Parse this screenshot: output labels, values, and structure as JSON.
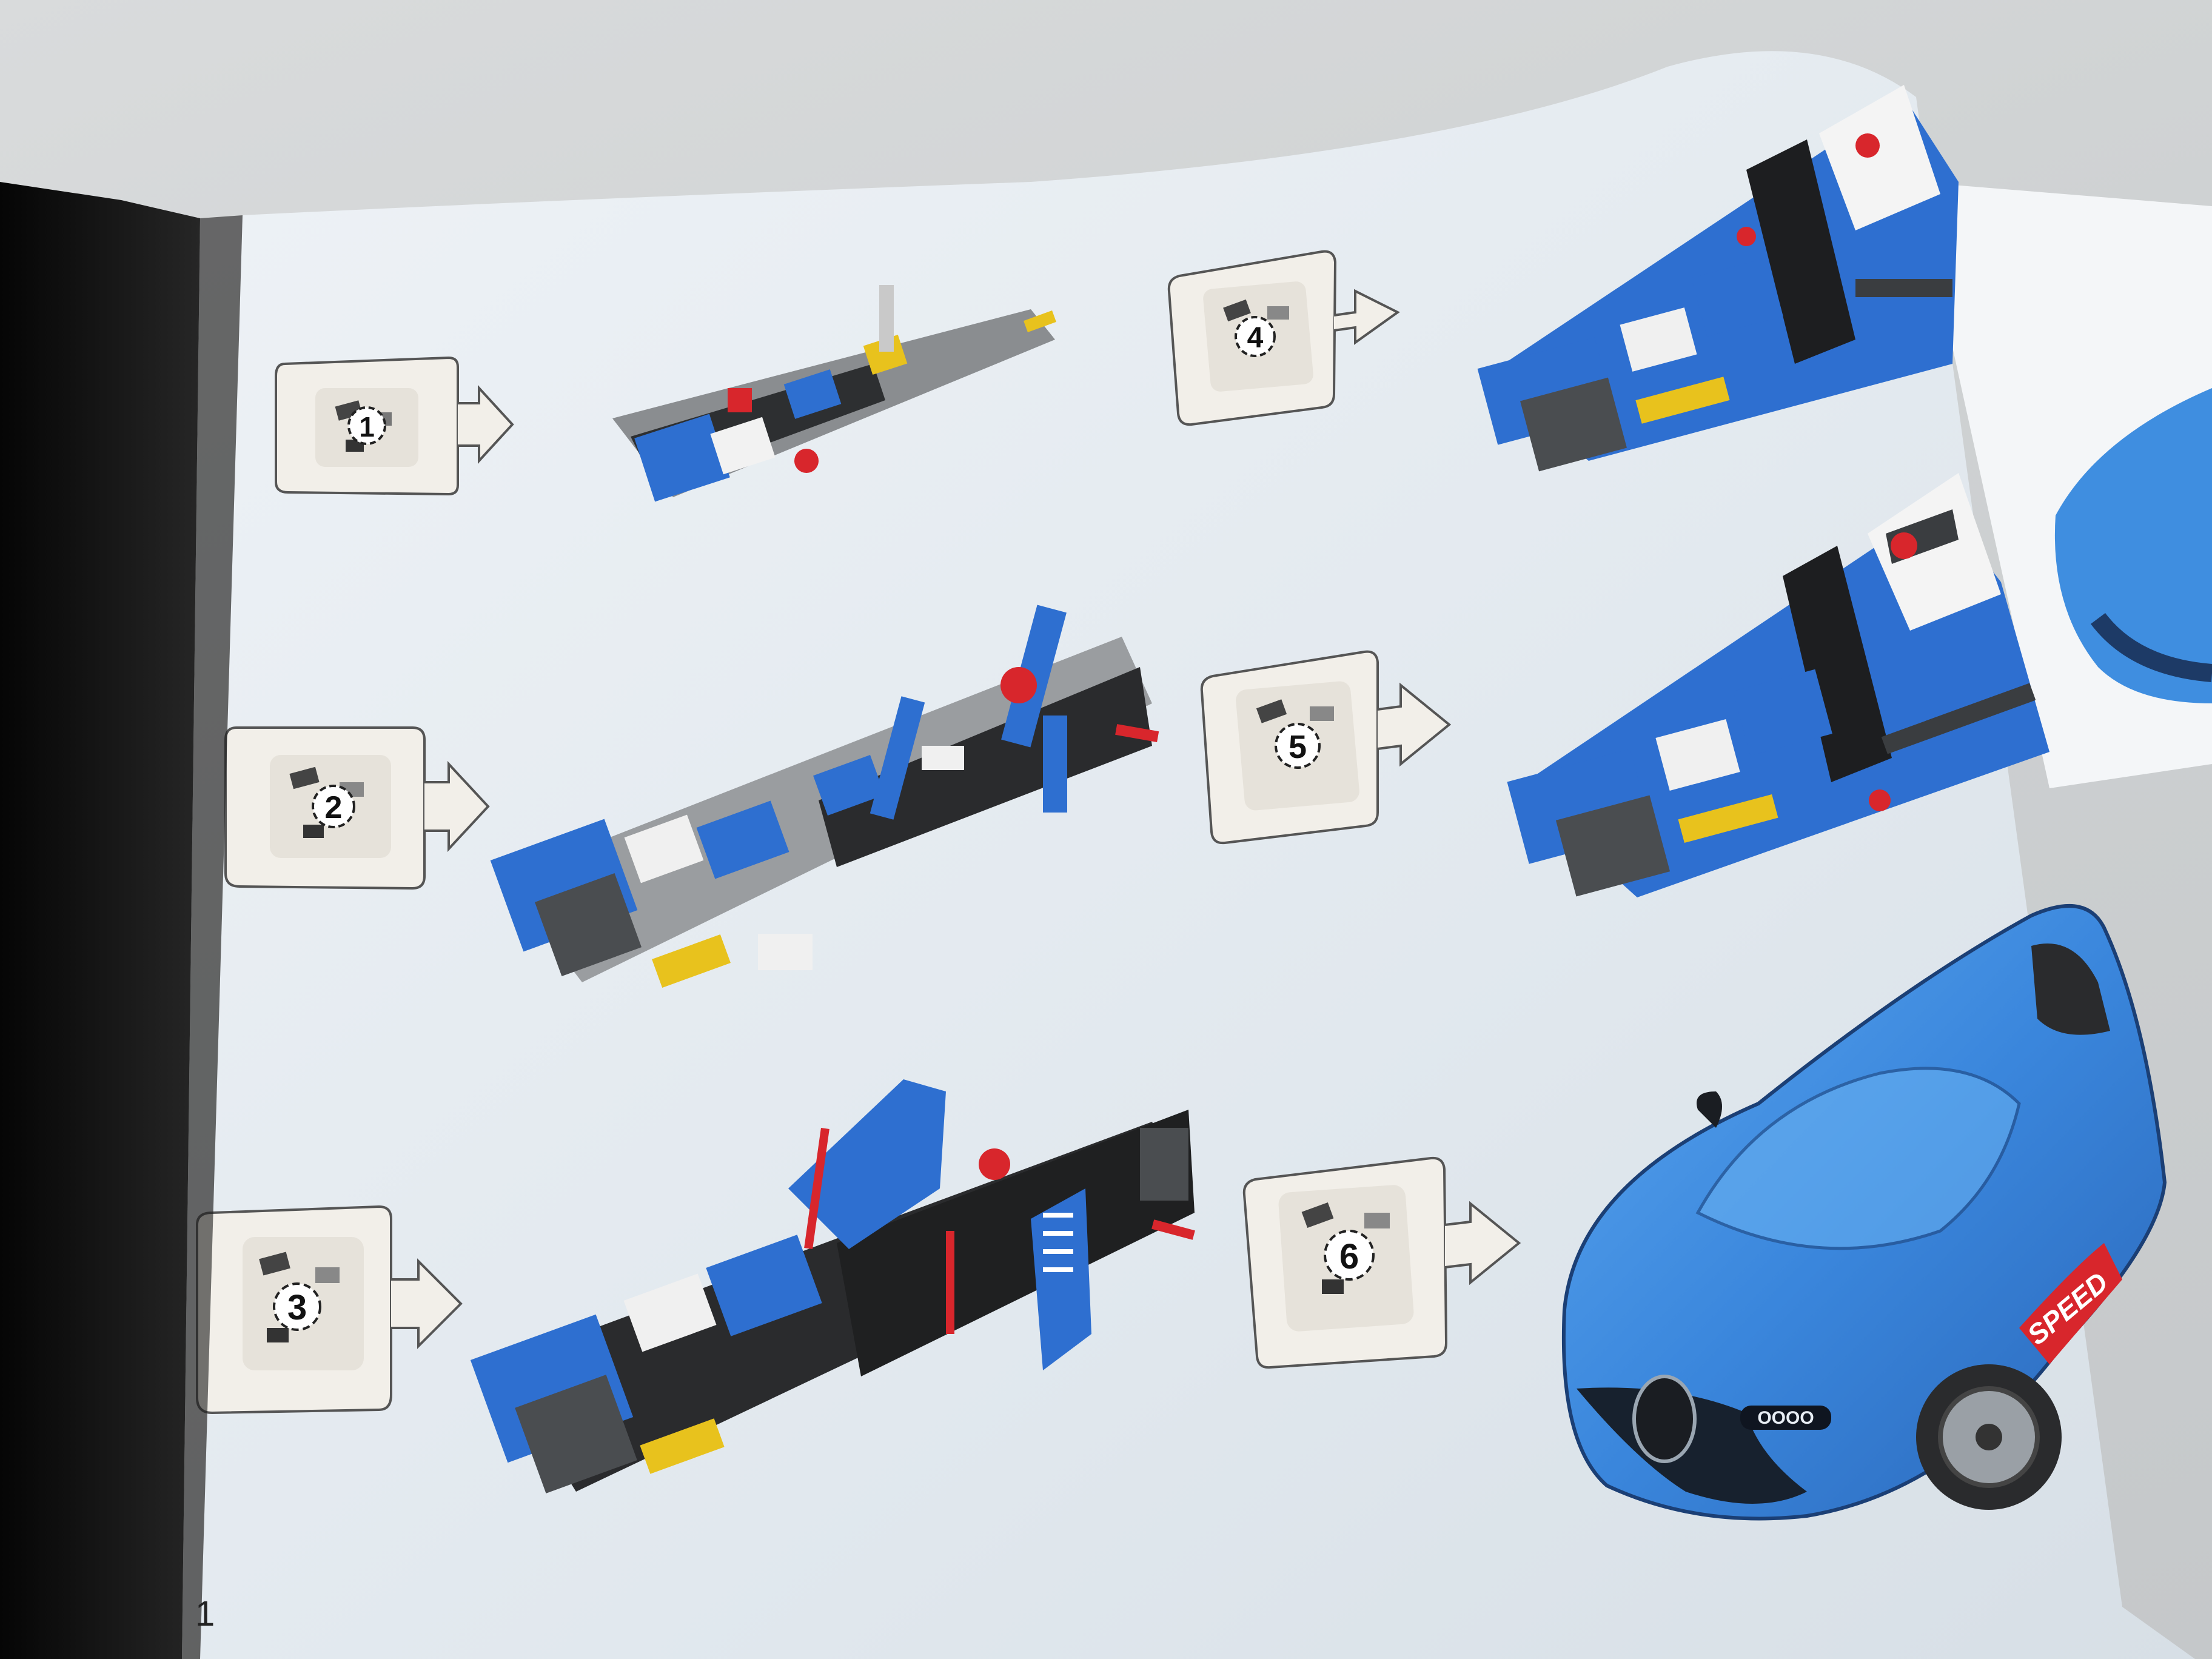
{
  "manual": {
    "page_number": "1",
    "steps": [
      {
        "number": "1"
      },
      {
        "number": "2"
      },
      {
        "number": "3"
      },
      {
        "number": "4"
      },
      {
        "number": "5"
      },
      {
        "number": "6"
      }
    ],
    "car_decal": "SPEED",
    "headlight_text": "OOOO"
  },
  "colors": {
    "page": "#dfe6ec",
    "brick_blue": "#2e6fd0",
    "car_body_blue": "#3f8ee0",
    "accent_red": "#d8262c",
    "accent_yellow": "#e8c21d",
    "dark_gray": "#3a3d40",
    "cover_black": "#111111"
  }
}
